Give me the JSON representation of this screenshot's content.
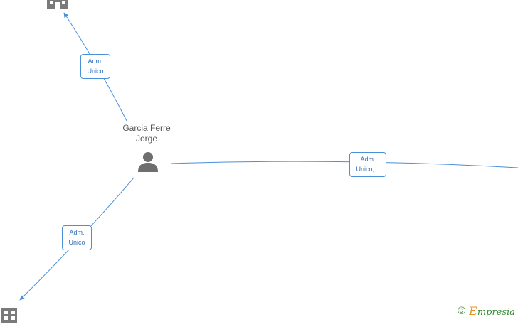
{
  "person": {
    "name_line1": "Garcia Ferre",
    "name_line2": "Jorge",
    "icon": "person-icon"
  },
  "companies": [
    {
      "icon": "building-icon"
    },
    {
      "icon": "building-icon"
    }
  ],
  "edges": [
    {
      "line1": "Adm.",
      "line2": "Unico"
    },
    {
      "line1": "Adm.",
      "line2": "Unico"
    },
    {
      "line1": "Adm.",
      "line2": "Unico,..."
    }
  ],
  "footer": {
    "copyright": "©",
    "brand_initial": "E",
    "brand_rest": "mpresia"
  },
  "colors": {
    "edge": "#4a90d9",
    "node": "#7a7a7a",
    "brand_green": "#3a8b3a",
    "brand_orange": "#e8912a"
  }
}
